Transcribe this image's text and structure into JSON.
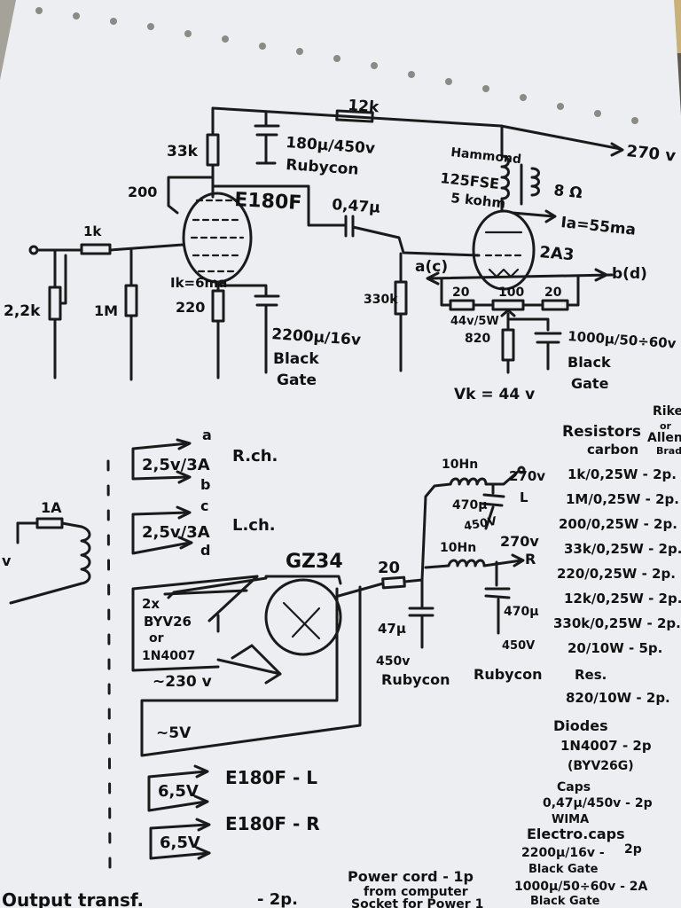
{
  "amplifier": {
    "supply_resistor": "12k",
    "supply_cap": "180μ/450v",
    "supply_cap_brand": "Rubycon",
    "b_plus_label": "270 v",
    "plate_resistor": "33k",
    "screen_resistor": "200",
    "input_tube": "E180F",
    "coupling_cap": "0,47μ",
    "choke_brand": "Hammond",
    "choke_model": "125FSE",
    "choke_value": "5 kohm",
    "output_load": "8 Ω",
    "anode_current": "Ia=55ma",
    "input_series_resistor": "1k",
    "input_pot": "2,2k",
    "grid_leak": "1M",
    "cathode_current": "Ik=6ma",
    "cathode_resistor": "220",
    "cathode_cap": "2200μ/16v",
    "cathode_cap_brand_1": "Black",
    "cathode_cap_brand_2": "Gate",
    "grid_resistor_2a3": "330k",
    "output_tube": "2A3",
    "node_a": "a(c)",
    "node_b": "b(d)",
    "filament_r1": "20",
    "filament_pot": "100",
    "filament_r2": "20",
    "bias_resistor_1": "44v/5W",
    "bias_resistor_2": "820",
    "bias_cap": "1000μ/50÷60v",
    "bias_cap_brand_1": "Black",
    "bias_cap_brand_2": "Gate",
    "cathode_voltage": "Vk = 44 v"
  },
  "power": {
    "winding_1": "2,5v/3A",
    "winding_1_ch": "R.ch.",
    "winding_1_a": "a",
    "winding_1_b": "b",
    "winding_2": "2,5v/3A",
    "winding_2_ch": "L.ch.",
    "winding_2_c": "c",
    "winding_2_d": "d",
    "fuse": "1A",
    "mains_v": "v",
    "rectifier_tube": "GZ34",
    "series_resistor": "20",
    "choke_l": "10Hn",
    "choke_r": "10Hn",
    "cap_l": "470μ",
    "cap_l_v": "450V",
    "out_l_v": "270v",
    "out_l": "L",
    "out_r_v": "270v",
    "out_r": "R",
    "cap_first": "47μ",
    "cap_first_v": "450v",
    "cap_first_brand": "Rubycon",
    "cap_r": "470μ",
    "cap_r_v": "450V",
    "cap_r_brand": "Rubycon",
    "diodes_1": "2x",
    "diodes_2": "BYV26",
    "diodes_3": "or",
    "diodes_4": "1N4007",
    "hv_winding": "~230 v",
    "rect_heater": "~5V",
    "heater_1": "6,5V",
    "heater_1_label": "E180F - L",
    "heater_2": "6,5V",
    "heater_2_label": "E180F - R"
  },
  "bom": {
    "resistors_title": "Resistors",
    "resistors_sub": "carbon",
    "riken_1": "Riken",
    "riken_2": "or",
    "riken_3": "Allen",
    "riken_4": "Brad",
    "items": [
      "1k/0,25W - 2p.",
      "1M/0,25W - 2p.",
      "200/0,25W - 2p.",
      "33k/0,25W - 2p.",
      "220/0,25W - 2p.",
      "12k/0,25W - 2p.",
      "330k/0,25W - 2p.",
      "20/10W - 5p."
    ],
    "res_title": "Res.",
    "res_item": "820/10W - 2p.",
    "diodes_title": "Diodes",
    "diodes_item": "1N4007 - 2p",
    "diodes_alt": "(BYV26G)",
    "caps_title": "Caps",
    "caps_item": "0,47μ/450v - 2p",
    "caps_brand": "WIMA",
    "electro_title": "Electro.caps",
    "electro_1": "2200μ/16v -",
    "electro_1_qty": "2p",
    "electro_1_brand": "Black Gate",
    "electro_2": "1000μ/50÷60v - 2A",
    "electro_2_brand": "Black Gate"
  },
  "footer": {
    "power_cord_1": "Power cord - 1p",
    "power_cord_2": "from computer",
    "power_cord_3": "Socket for Power 1",
    "output_transf": "Output transf.",
    "output_qty": "- 2p."
  }
}
